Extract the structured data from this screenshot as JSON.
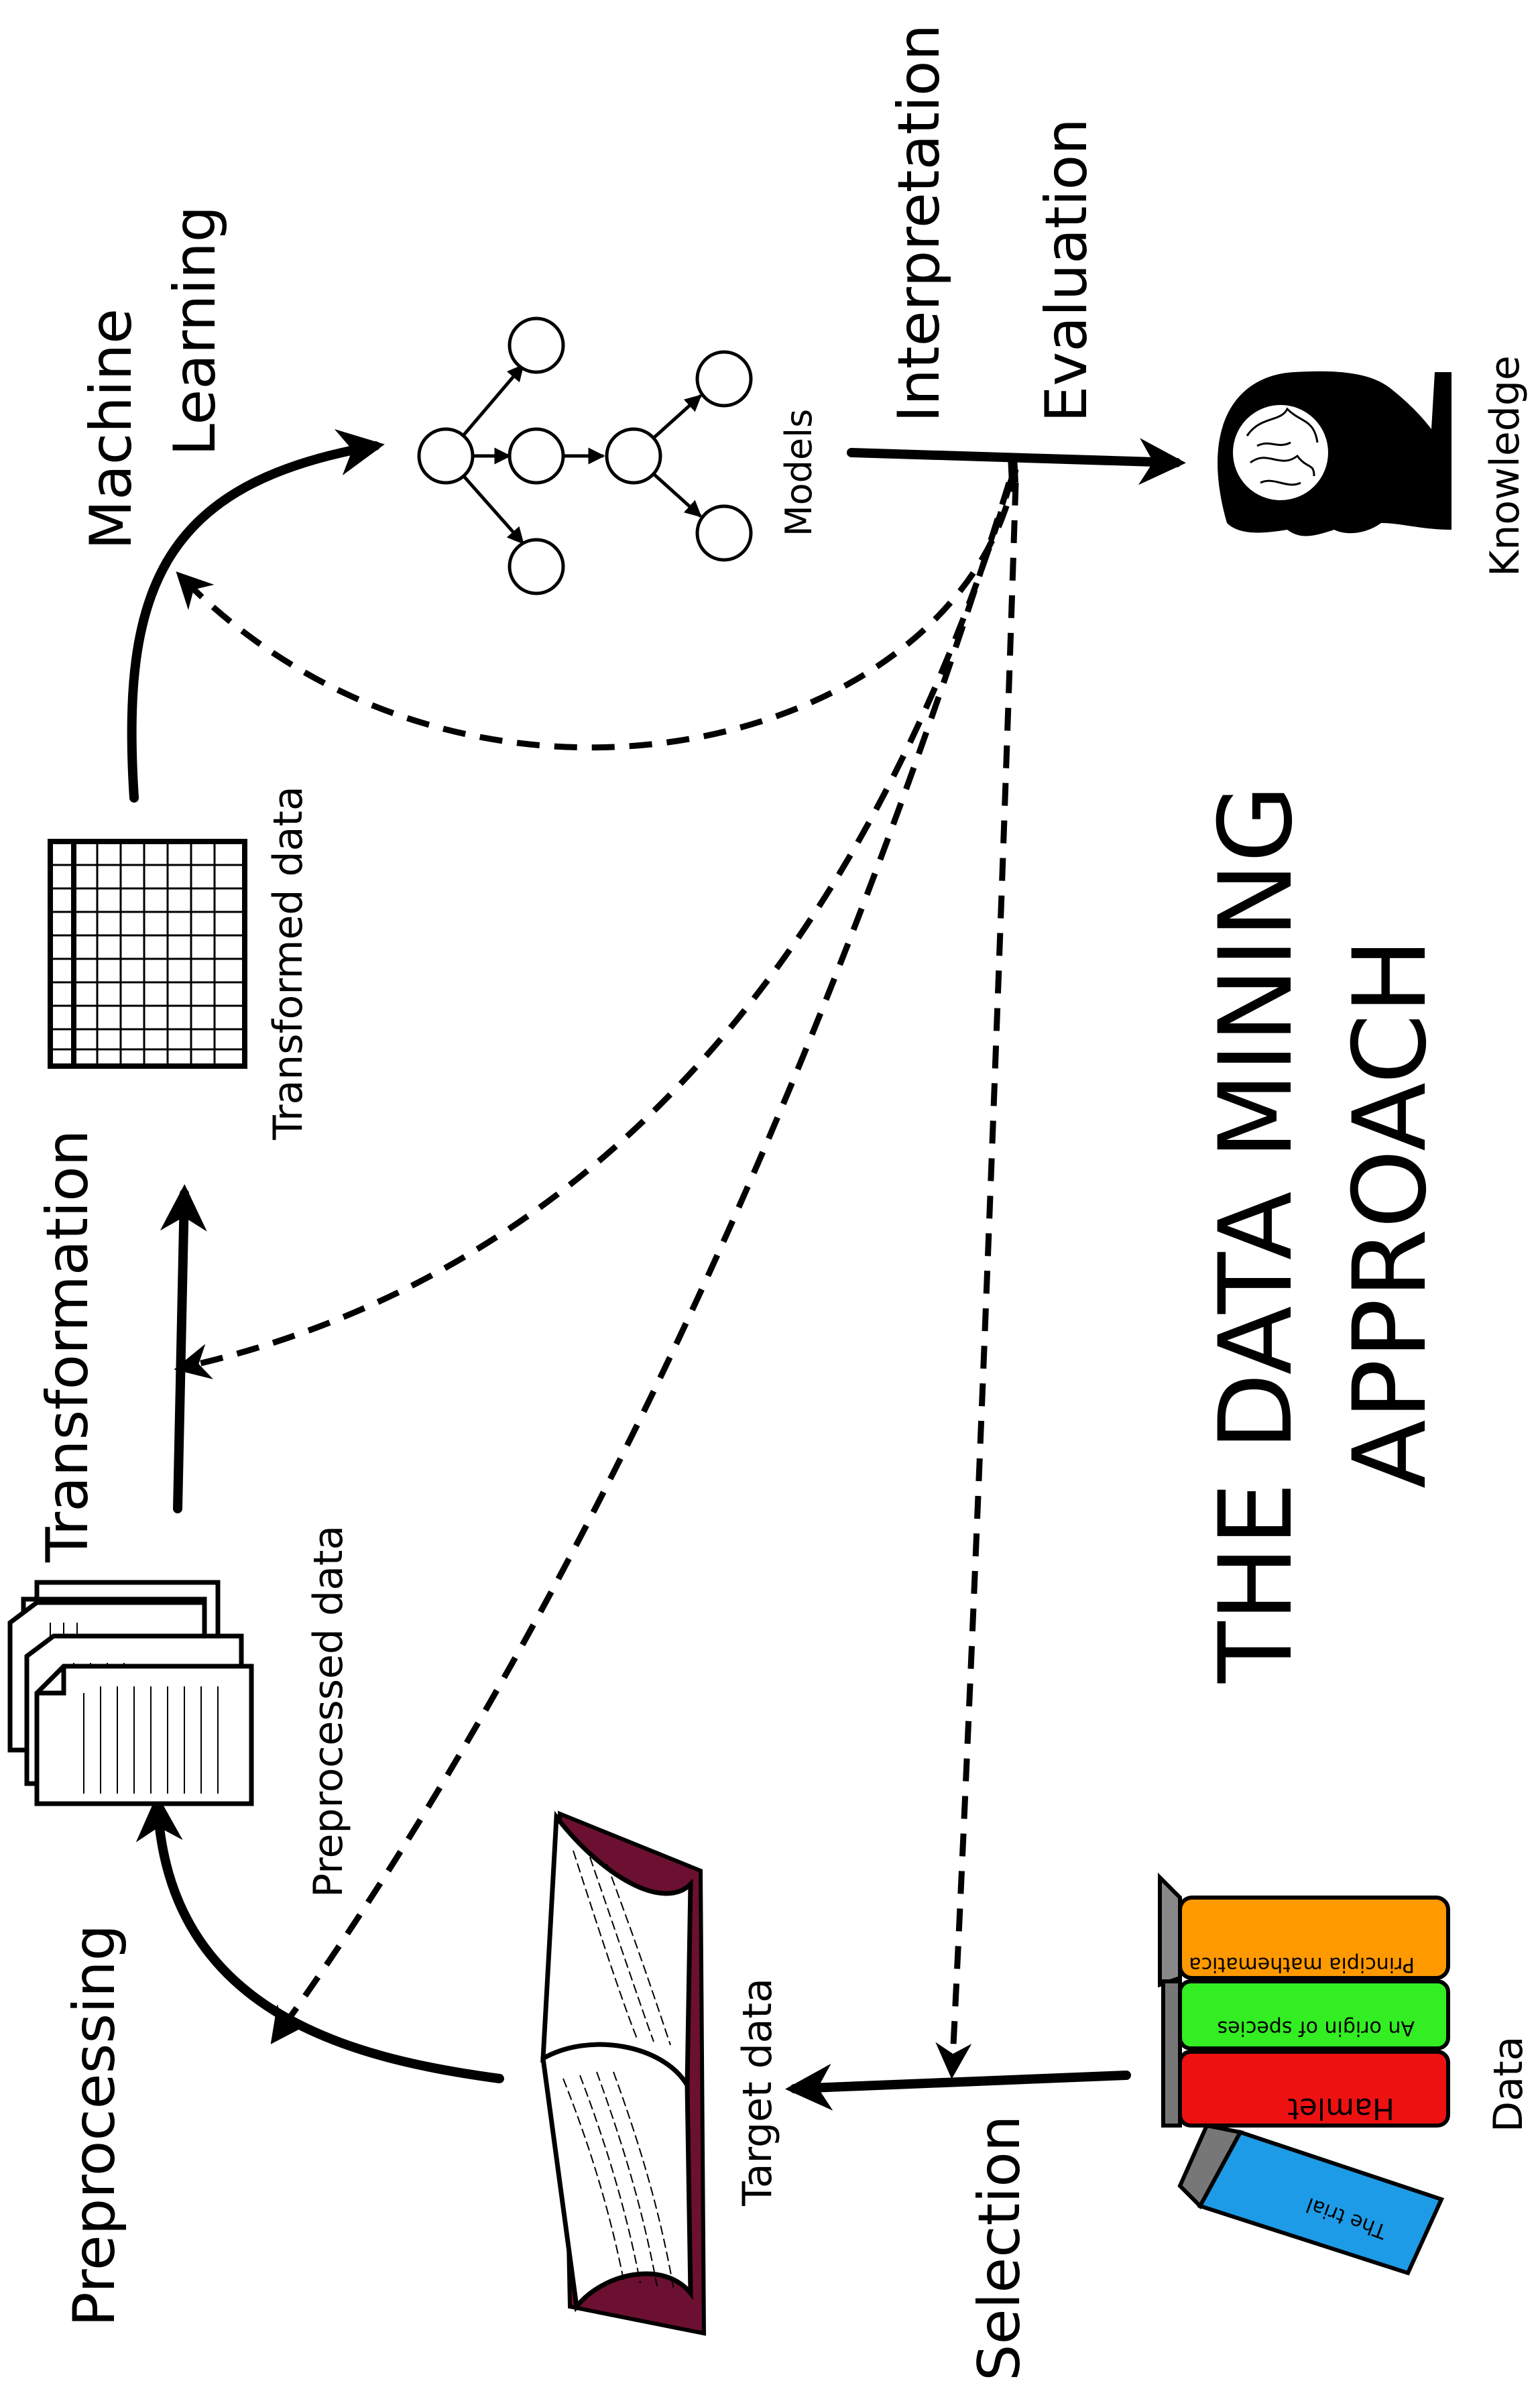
{
  "title": {
    "line1": "THE DATA MINING",
    "line2": "APPROACH"
  },
  "steps": {
    "selection": "Selection",
    "preprocessing": "Preprocessing",
    "transformation": "Transformation",
    "machine_learning_line1": "Machine",
    "machine_learning_line2": "Learning",
    "interpretation": "Interpretation",
    "evaluation": "Evaluation"
  },
  "artifacts": {
    "data": "Data",
    "target_data": "Target data",
    "preprocessed_data": "Preprocessed data",
    "transformed_data": "Transformed data",
    "models": "Models",
    "knowledge": "Knowledge"
  },
  "books": {
    "book1": "The trial",
    "book2": "Hamlet",
    "book3": "An origin of species",
    "book4": "Principia mathematica"
  },
  "colors": {
    "ink": "#000000",
    "book_blue": "#1e9be6",
    "book_red": "#ee1111",
    "book_green": "#33ee22",
    "book_orange": "#ff9900",
    "open_book_cover": "#6b1030"
  }
}
